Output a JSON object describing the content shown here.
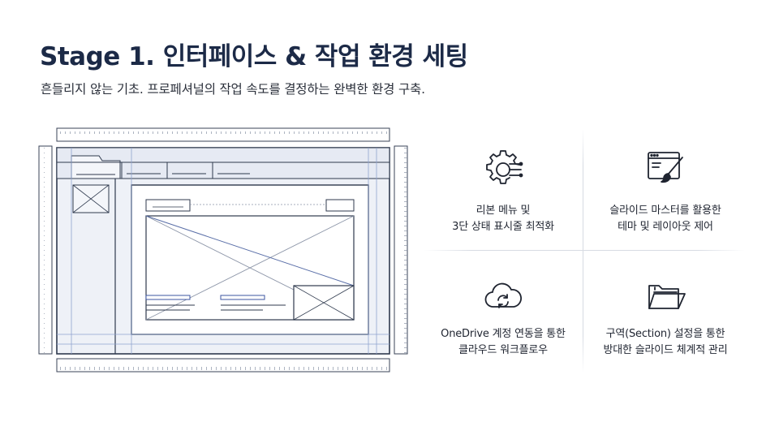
{
  "header": {
    "title": "Stage 1. 인터페이스 & 작업 환경 세팅",
    "subtitle": "흔들리지 않는 기초. 프로페셔널의 작업 속도를 결정하는 완벽한 환경 구축."
  },
  "illustration": {
    "icon": "wireframe-blueprint-icon",
    "colors": {
      "line": "#2f3a4e",
      "accent": "#5a6fa8",
      "fill": "#e9edf5"
    }
  },
  "features": [
    {
      "icon": "gear-circuit-icon",
      "lines": [
        "리본 메뉴 및",
        "3단 상태 표시줄 최적화"
      ]
    },
    {
      "icon": "window-brush-icon",
      "lines": [
        "슬라이드 마스터를 활용한",
        "테마 및 레이아웃 제어"
      ]
    },
    {
      "icon": "cloud-sync-icon",
      "lines": [
        "OneDrive 계정 연동을 통한",
        "클라우드 워크플로우"
      ]
    },
    {
      "icon": "folder-icon",
      "lines": [
        "구역(Section) 설정을 통한",
        "방대한 슬라이드 체계적 관리"
      ]
    }
  ]
}
